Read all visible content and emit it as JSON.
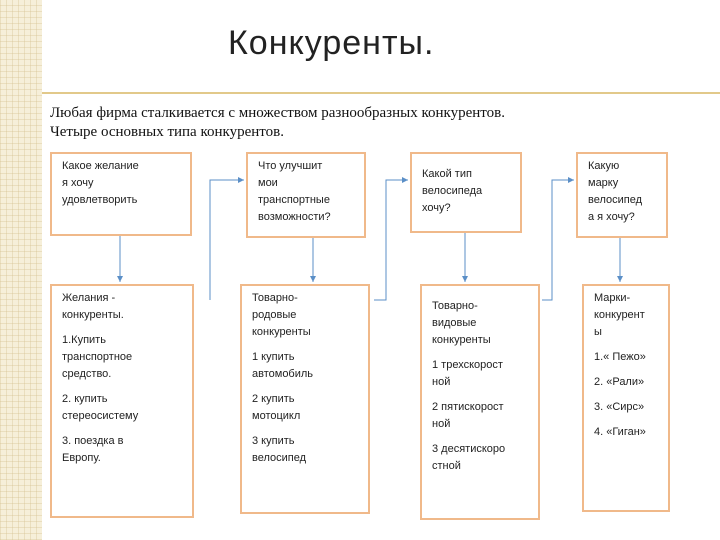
{
  "slide": {
    "title": "Конкуренты.",
    "intro_lines": [
      "Любая фирма сталкивается с множеством разнообразных конкурентов.",
      "Четыре основных типа конкурентов."
    ]
  },
  "questions": [
    {
      "lines": [
        "Какое желание",
        "я хочу",
        "удовлетворить"
      ]
    },
    {
      "lines": [
        "Что улучшит",
        "мои",
        "транспортные",
        "возможности?"
      ]
    },
    {
      "lines": [
        "Какой тип",
        "велосипеда",
        "хочу?"
      ]
    },
    {
      "lines": [
        "Какую",
        "марку",
        "велосипед",
        "а я хочу?"
      ]
    }
  ],
  "competitors": [
    {
      "heading": [
        "Желания -",
        "конкуренты."
      ],
      "items": [
        [
          "1.Купить",
          "транспортное",
          "средство."
        ],
        [
          "2. купить",
          "стереосистему"
        ],
        [
          "3. поездка в",
          "Европу."
        ]
      ]
    },
    {
      "heading": [
        "Товарно-",
        "родовые",
        "конкуренты"
      ],
      "items": [
        [
          "1 купить",
          "автомобиль"
        ],
        [
          "2 купить",
          "мотоцикл"
        ],
        [
          "3 купить",
          "велосипед"
        ]
      ]
    },
    {
      "heading": [
        "Товарно-",
        "видовые",
        "конкуренты"
      ],
      "items": [
        [
          "1 трехскорост",
          "ной"
        ],
        [
          "2 пятискорост",
          "ной"
        ],
        [
          "3 десятискоро",
          "стной"
        ]
      ]
    },
    {
      "heading": [
        "Марки-",
        "конкурент",
        "ы"
      ],
      "items": [
        [
          "1.« Пежо»"
        ],
        [
          "2. «Рали»"
        ],
        [
          "3. «Сирс»"
        ],
        [
          "4. «Гиган»"
        ]
      ]
    }
  ],
  "colors": {
    "box_border": "#f0b98a",
    "connector": "#5b8fc7",
    "rule": "#e2c98a",
    "side_strip": "#f6efd9"
  }
}
